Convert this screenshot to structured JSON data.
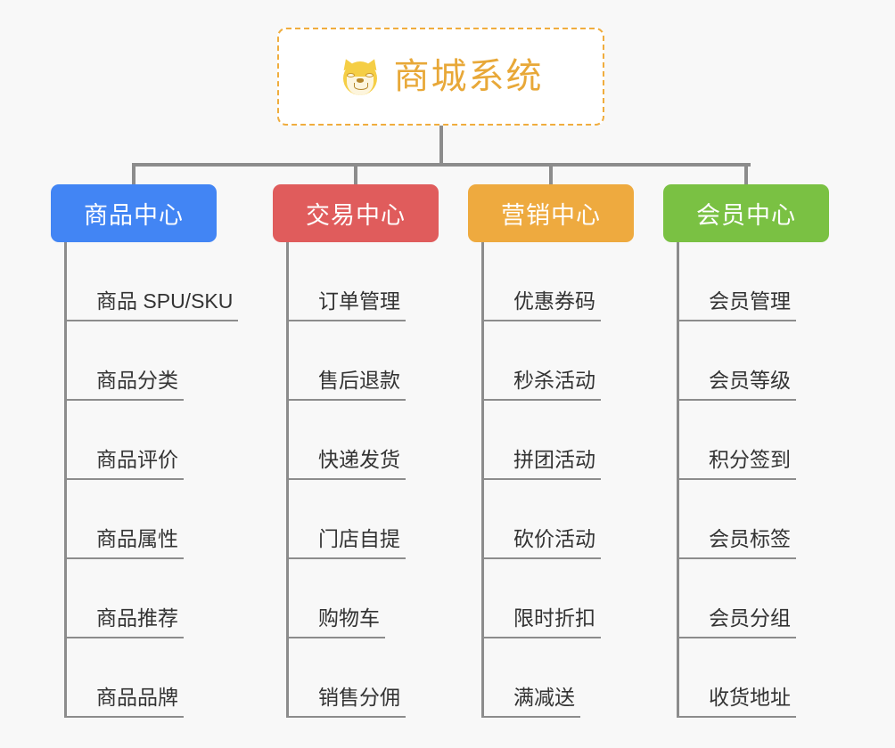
{
  "background_color": "#f8f8f8",
  "root": {
    "icon": "dog-face-icon",
    "title": "商城系统",
    "border_color": "#f0ad3e",
    "text_color": "#e8a838"
  },
  "connector_color": "#8c8c8c",
  "branches": [
    {
      "id": "product-center",
      "label": "商品中心",
      "color": "#4285f4",
      "items": [
        "商品 SPU/SKU",
        "商品分类",
        "商品评价",
        "商品属性",
        "商品推荐",
        "商品品牌"
      ]
    },
    {
      "id": "trade-center",
      "label": "交易中心",
      "color": "#e05c5c",
      "items": [
        "订单管理",
        "售后退款",
        "快递发货",
        "门店自提",
        "购物车",
        "销售分佣"
      ]
    },
    {
      "id": "marketing-center",
      "label": "营销中心",
      "color": "#eeaa3f",
      "items": [
        "优惠券码",
        "秒杀活动",
        "拼团活动",
        "砍价活动",
        "限时折扣",
        "满减送"
      ]
    },
    {
      "id": "member-center",
      "label": "会员中心",
      "color": "#7ac143",
      "items": [
        "会员管理",
        "会员等级",
        "积分签到",
        "会员标签",
        "会员分组",
        "收货地址"
      ]
    }
  ]
}
